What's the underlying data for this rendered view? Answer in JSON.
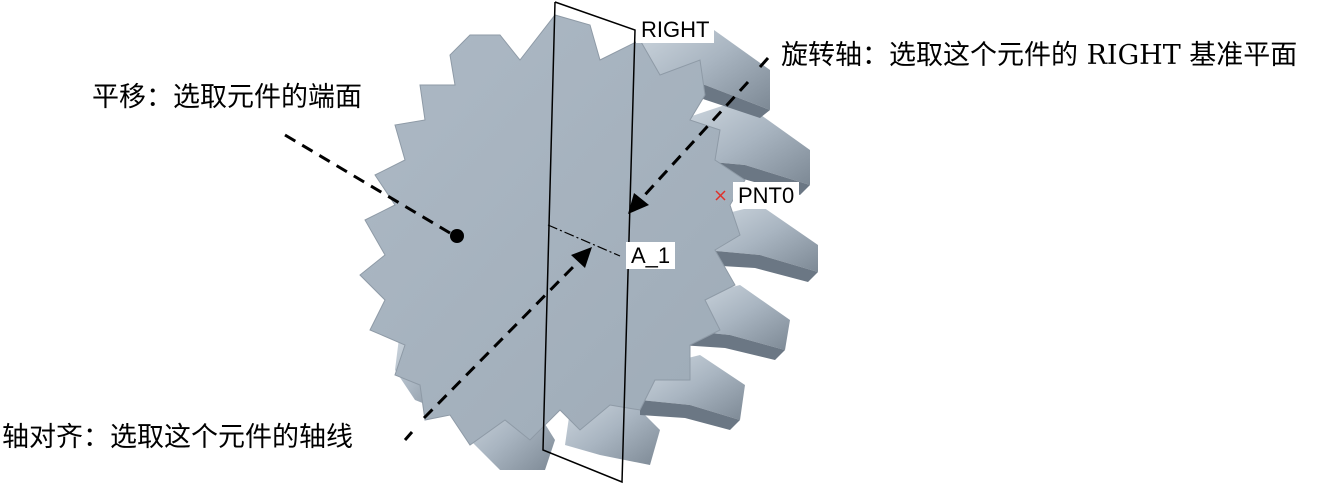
{
  "callouts": {
    "translate": "平移：选取元件的端面",
    "rotation_axis": "旋转轴：选取这个元件的 RIGHT 基准平面",
    "axis_align": "轴对齐：选取这个元件的轴线"
  },
  "datum_labels": {
    "plane": "RIGHT",
    "point": "PNT0",
    "axis": "A_1"
  },
  "colors": {
    "gear_face": "#a7b3bf",
    "gear_side": "#8d99a5",
    "gear_dark": "#6b7784",
    "gear_light": "#cfd8e0",
    "point_marker": "#e0302a"
  },
  "icons": {
    "datum_point_marker": "x-mark"
  }
}
